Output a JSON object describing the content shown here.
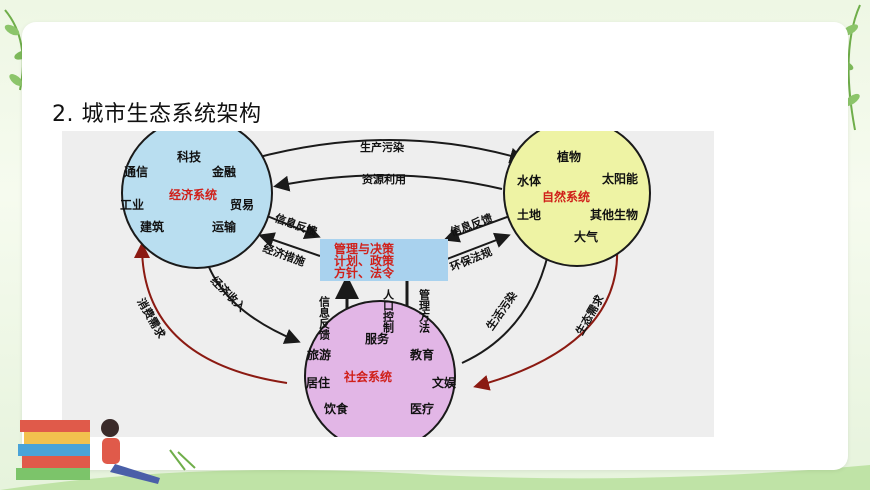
{
  "slide": {
    "title": "2. 城市生态系统架构"
  },
  "economic": {
    "title": "经济系统",
    "items": [
      "科技",
      "通信",
      "金融",
      "工业",
      "贸易",
      "建筑",
      "运输"
    ]
  },
  "natural": {
    "title": "自然系统",
    "items": [
      "植物",
      "水体",
      "太阳能",
      "土地",
      "其他生物",
      "大气"
    ]
  },
  "social": {
    "title": "社会系统",
    "items": [
      "服务",
      "旅游",
      "教育",
      "居住",
      "文娱",
      "饮食",
      "医疗"
    ]
  },
  "center": {
    "line1": "管理与决策",
    "line2": "计划、政策",
    "line3": "方针、法令"
  },
  "flows": {
    "top1": "生产污染",
    "top2": "资源利用",
    "info_left": "信息反馈",
    "info_right": "信息反馈",
    "econ_measures": "经济措施",
    "env_law": "环保法规",
    "econ_income": "经济收入",
    "consumption": "消费需求",
    "info_bottom": "信息反馈",
    "population": "人口控制",
    "mgmt": "管理方法",
    "life_pollution": "生活污染",
    "eco_demand": "生态需求"
  },
  "colors": {
    "economic_fill": "#b9def0",
    "natural_fill": "#eef3a4",
    "social_fill": "#e2b6e6",
    "center_fill": "#a9d2ee",
    "accent_red": "#d0201a",
    "arrow_dark": "#1a1a1a",
    "arrow_red": "#8b1a12"
  }
}
